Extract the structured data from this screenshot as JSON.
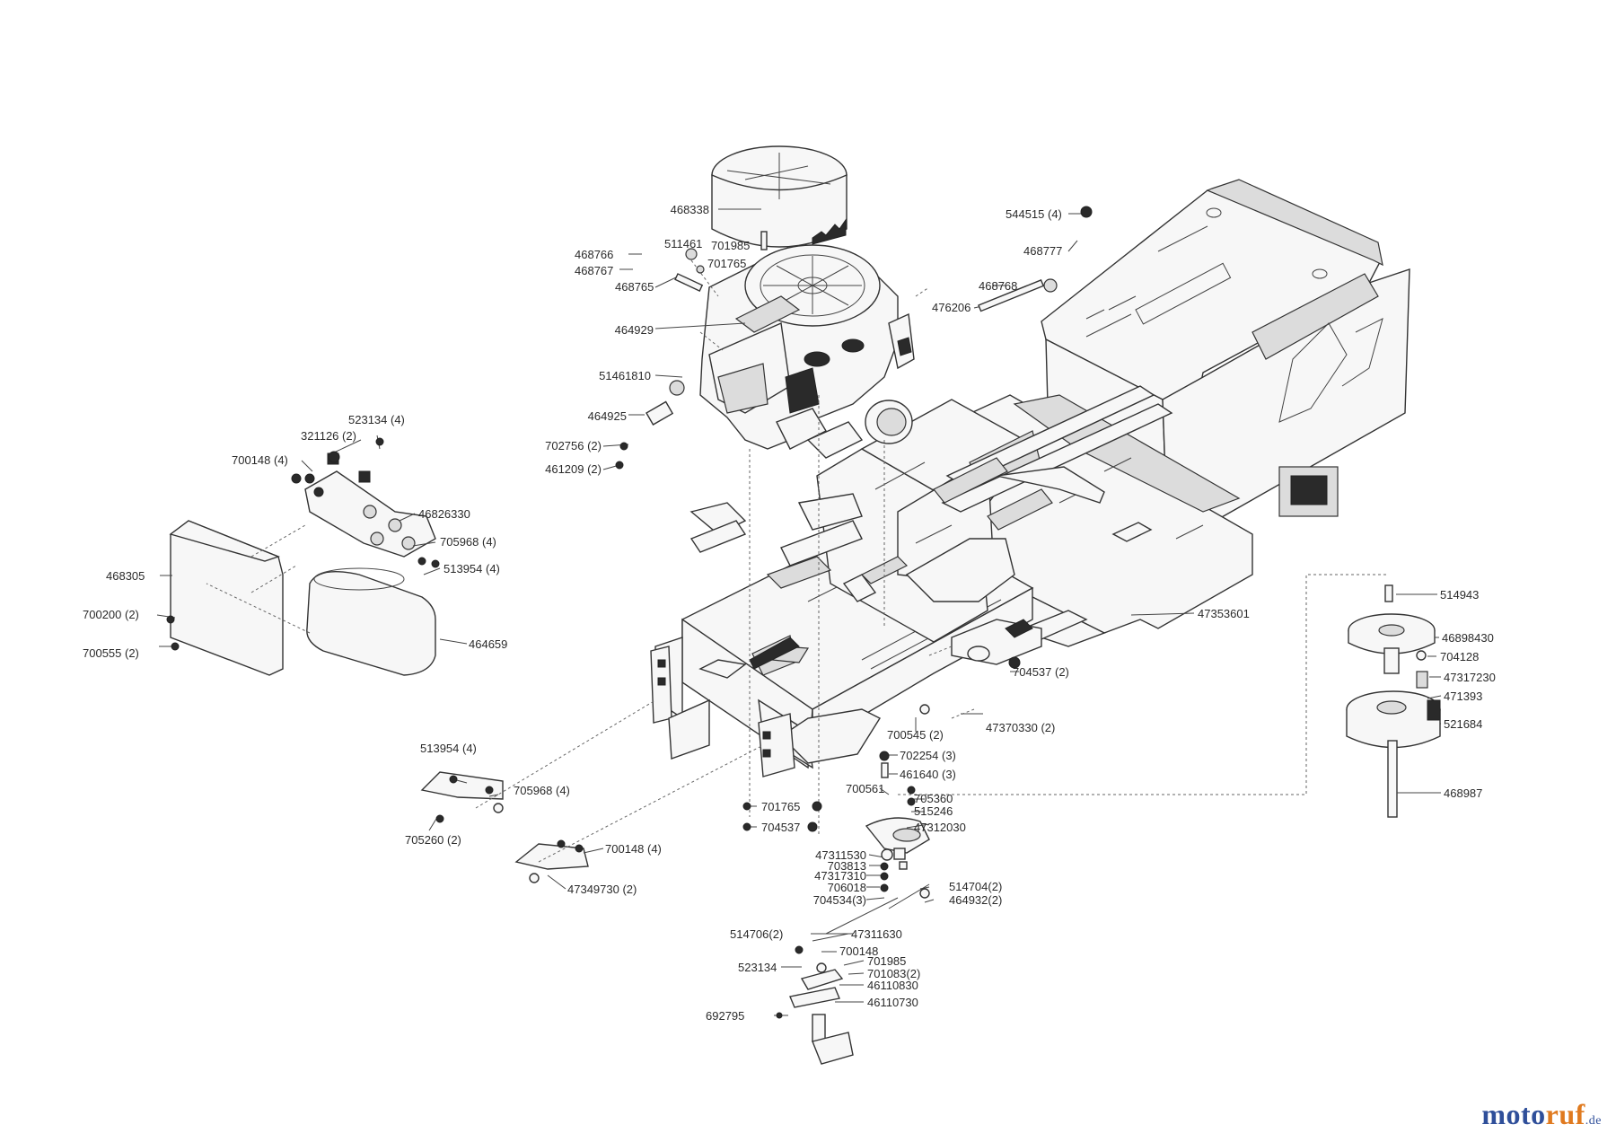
{
  "diagram": {
    "labels": [
      {
        "id": "l01",
        "text": "468338"
      },
      {
        "id": "l02",
        "text": "544515 (4)"
      },
      {
        "id": "l03",
        "text": "468777"
      },
      {
        "id": "l04",
        "text": "511461"
      },
      {
        "id": "l05",
        "text": "701985"
      },
      {
        "id": "l06",
        "text": "468766"
      },
      {
        "id": "l07",
        "text": "468767"
      },
      {
        "id": "l08",
        "text": "701765"
      },
      {
        "id": "l09",
        "text": "468765"
      },
      {
        "id": "l10",
        "text": "468768"
      },
      {
        "id": "l11",
        "text": "476206"
      },
      {
        "id": "l12",
        "text": "464929"
      },
      {
        "id": "l13",
        "text": "51461810"
      },
      {
        "id": "l14",
        "text": "464925"
      },
      {
        "id": "l15",
        "text": "702756 (2)"
      },
      {
        "id": "l16",
        "text": "461209 (2)"
      },
      {
        "id": "l17",
        "text": "523134 (4)"
      },
      {
        "id": "l18",
        "text": "321126 (2)"
      },
      {
        "id": "l19",
        "text": "700148 (4)"
      },
      {
        "id": "l20",
        "text": "46826330"
      },
      {
        "id": "l21",
        "text": "705968 (4)"
      },
      {
        "id": "l22",
        "text": "513954 (4)"
      },
      {
        "id": "l23",
        "text": "468305"
      },
      {
        "id": "l24",
        "text": "700200 (2)"
      },
      {
        "id": "l25",
        "text": "700555 (2)"
      },
      {
        "id": "l26",
        "text": "464659"
      },
      {
        "id": "l27",
        "text": "47353601"
      },
      {
        "id": "l28",
        "text": "514943"
      },
      {
        "id": "l29",
        "text": "46898430"
      },
      {
        "id": "l30",
        "text": "704128"
      },
      {
        "id": "l31",
        "text": "47317230"
      },
      {
        "id": "l32",
        "text": "471393"
      },
      {
        "id": "l33",
        "text": "521684"
      },
      {
        "id": "l34",
        "text": "468987"
      },
      {
        "id": "l35",
        "text": "704537 (2)"
      },
      {
        "id": "l36",
        "text": "47370330 (2)"
      },
      {
        "id": "l37",
        "text": "700545 (2)"
      },
      {
        "id": "l38",
        "text": "702254 (3)"
      },
      {
        "id": "l39",
        "text": "461640 (3)"
      },
      {
        "id": "l40",
        "text": "700561"
      },
      {
        "id": "l41",
        "text": "705360"
      },
      {
        "id": "l42",
        "text": "515246"
      },
      {
        "id": "l43",
        "text": "47312030"
      },
      {
        "id": "l44",
        "text": "701765"
      },
      {
        "id": "l45",
        "text": "704537"
      },
      {
        "id": "l46",
        "text": "513954 (4)"
      },
      {
        "id": "l47",
        "text": "705968 (4)"
      },
      {
        "id": "l48",
        "text": "705260 (2)"
      },
      {
        "id": "l49",
        "text": "700148 (4)"
      },
      {
        "id": "l50",
        "text": "47349730 (2)"
      },
      {
        "id": "l51",
        "text": "47311530"
      },
      {
        "id": "l52",
        "text": "703813"
      },
      {
        "id": "l53",
        "text": "47317310"
      },
      {
        "id": "l54",
        "text": "706018"
      },
      {
        "id": "l55",
        "text": "704534(3)"
      },
      {
        "id": "l56",
        "text": "514704(2)"
      },
      {
        "id": "l57",
        "text": "464932(2)"
      },
      {
        "id": "l58",
        "text": "514706(2)"
      },
      {
        "id": "l59",
        "text": "47311630"
      },
      {
        "id": "l60",
        "text": "700148"
      },
      {
        "id": "l61",
        "text": "523134"
      },
      {
        "id": "l62",
        "text": "701985"
      },
      {
        "id": "l63",
        "text": "701083(2)"
      },
      {
        "id": "l64",
        "text": "46110830"
      },
      {
        "id": "l65",
        "text": "46110730"
      },
      {
        "id": "l66",
        "text": "692795"
      }
    ]
  },
  "watermark": {
    "part1": "moto",
    "part2": "ruf",
    "tld": ".de"
  },
  "colors": {
    "logo_blue": "#2f4f9a",
    "logo_orange": "#e07a1f"
  }
}
